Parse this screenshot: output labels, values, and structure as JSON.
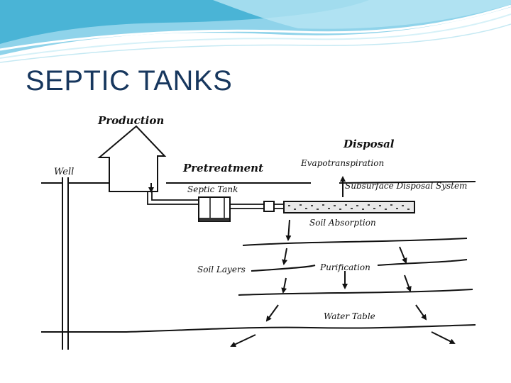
{
  "slide": {
    "title": "SEPTIC TANKS",
    "accent_color": "#17375e",
    "banner_color": "#5bc3e0"
  },
  "diagram": {
    "labels": {
      "production": "Production",
      "well": "Well",
      "pretreatment": "Pretreatment",
      "septic_tank": "Septic Tank",
      "disposal": "Disposal",
      "evapotranspiration": "Evapotranspiration",
      "subsurface_disposal_system": "Subsurface Disposal System",
      "soil_absorption": "Soil Absorption",
      "soil_layers": "Soil Layers",
      "purification": "Purification",
      "water_table": "Water Table"
    }
  }
}
